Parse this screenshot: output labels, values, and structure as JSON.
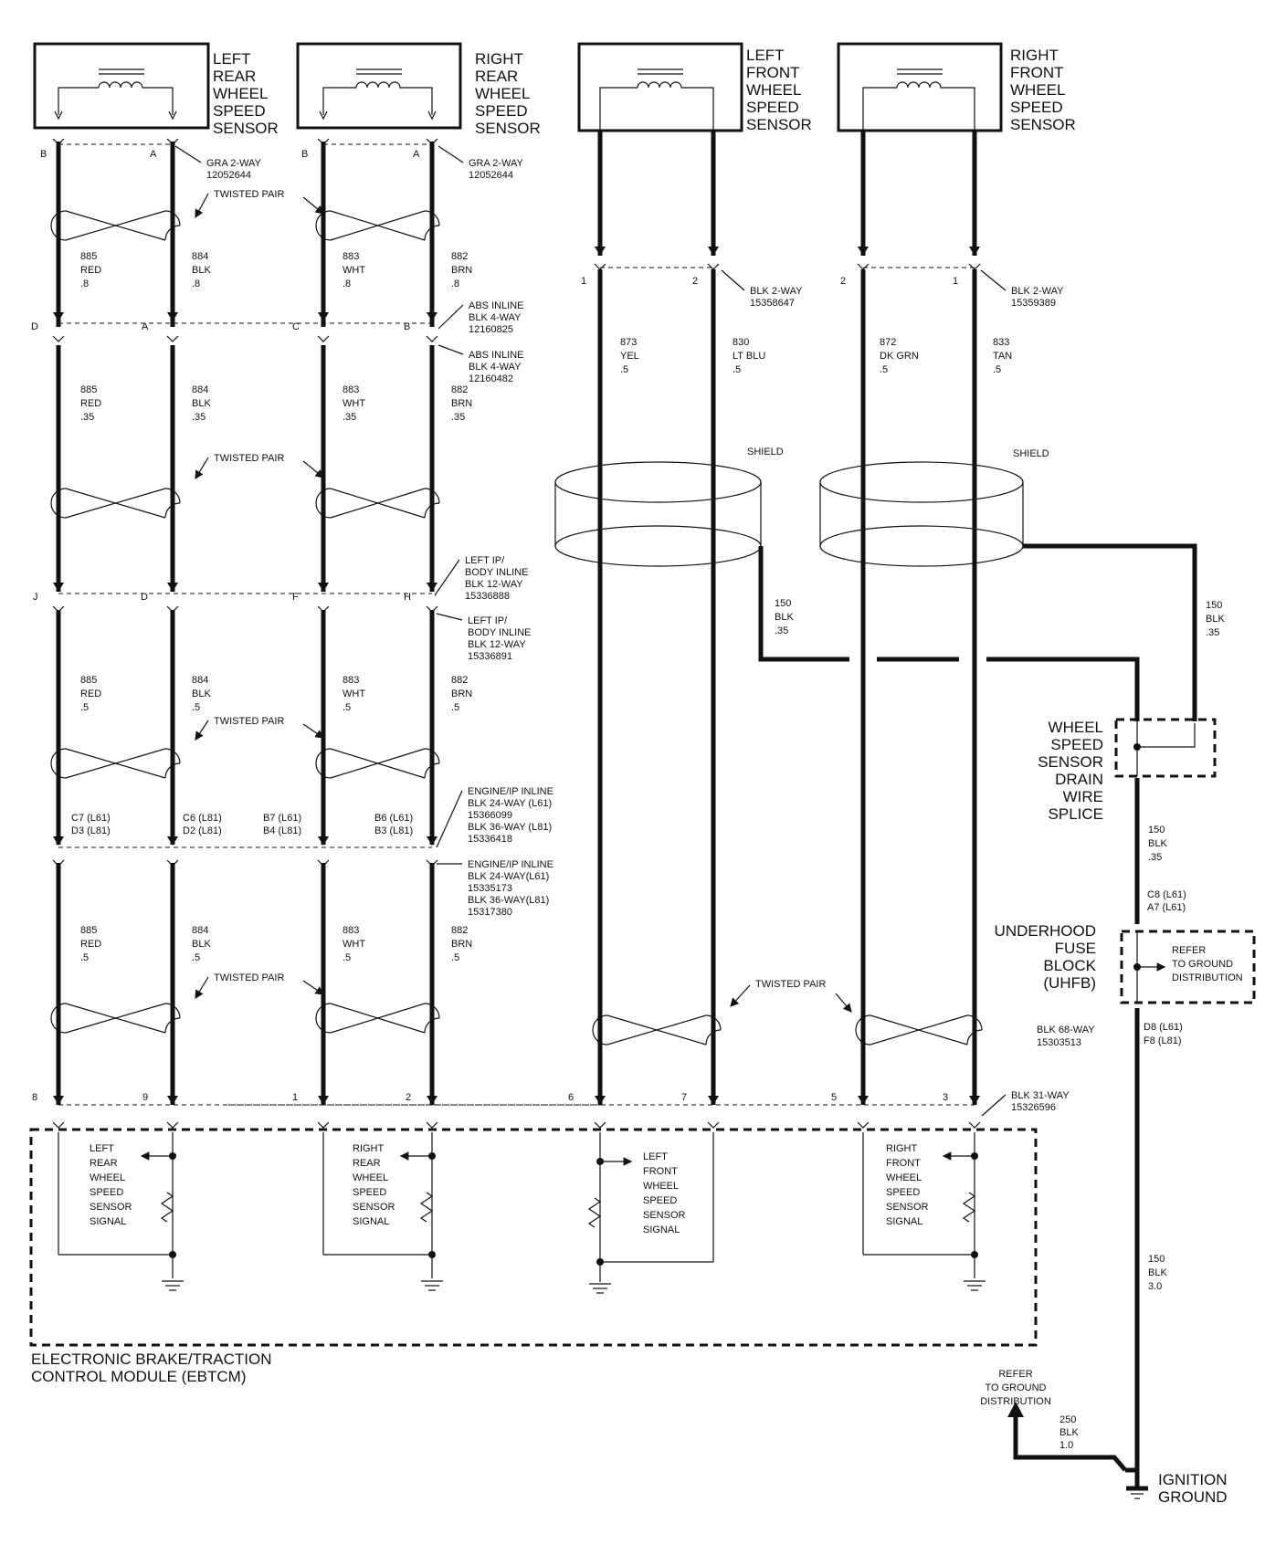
{
  "sensors": {
    "lr": [
      "LEFT",
      "REAR",
      "WHEEL",
      "SPEED",
      "SENSOR"
    ],
    "rr": [
      "RIGHT",
      "REAR",
      "WHEEL",
      "SPEED",
      "SENSOR"
    ],
    "lf": [
      "LEFT",
      "FRONT",
      "WHEEL",
      "SPEED",
      "SENSOR"
    ],
    "rf": [
      "RIGHT",
      "FRONT",
      "WHEEL",
      "SPEED",
      "SENSOR"
    ]
  },
  "pins": {
    "r1": [
      "B",
      "A",
      "B",
      "A"
    ],
    "r2": [
      "D",
      "A",
      "C",
      "B"
    ],
    "r3": [
      "J",
      "D",
      "F",
      "H"
    ],
    "r4": [
      [
        "C7 (L61)",
        "D3 (L81)"
      ],
      [
        "C6 (L81)",
        "D2 (L81)"
      ],
      [
        "B7 (L61)",
        "B4 (L81)"
      ],
      [
        "B6 (L61)",
        "B3 (L81)"
      ]
    ],
    "r5": [
      "8",
      "9",
      "1",
      "2",
      "6",
      "7",
      "5",
      "3"
    ],
    "front_top": [
      "1",
      "2",
      "2",
      "1"
    ]
  },
  "connectors": {
    "gra_left": [
      "GRA 2-WAY",
      "12052644"
    ],
    "gra_right": [
      "GRA 2-WAY",
      "12052644"
    ],
    "abs_upper": [
      "ABS INLINE",
      "BLK 4-WAY",
      "12160825"
    ],
    "abs_lower": [
      "ABS INLINE",
      "BLK 4-WAY",
      "12160482"
    ],
    "ip_upper": [
      "LEFT IP/",
      "BODY INLINE",
      "BLK 12-WAY",
      "15336888"
    ],
    "ip_lower": [
      "LEFT IP/",
      "BODY INLINE",
      "BLK 12-WAY",
      "15336891"
    ],
    "eng_upper": [
      "ENGINE/IP INLINE",
      "BLK 24-WAY (L61)",
      "15366099",
      "BLK 36-WAY (L81)",
      "15336418"
    ],
    "eng_lower": [
      "ENGINE/IP INLINE",
      "BLK 24-WAY(L61)",
      "15335173",
      "BLK 36-WAY(L81)",
      "15317380"
    ],
    "lf_conn": [
      "BLK 2-WAY",
      "15358647"
    ],
    "rf_conn": [
      "BLK 2-WAY",
      "15359389"
    ],
    "ebtcm_conn": [
      "BLK 31-WAY",
      "15326596"
    ],
    "uhfb_conn": [
      "BLK 68-WAY",
      "15303513"
    ],
    "uhfb_pins_top": [
      "C8 (L61)",
      "A7 (L61)"
    ],
    "uhfb_pins_bottom": [
      "D8 (L61)",
      "F8 (L81)"
    ]
  },
  "wires": {
    "s1": [
      [
        "885",
        "RED",
        ".8"
      ],
      [
        "884",
        "BLK",
        ".8"
      ],
      [
        "883",
        "WHT",
        ".8"
      ],
      [
        "882",
        "BRN",
        ".8"
      ]
    ],
    "s2": [
      [
        "885",
        "RED",
        ".35"
      ],
      [
        "884",
        "BLK",
        ".35"
      ],
      [
        "883",
        "WHT",
        ".35"
      ],
      [
        "882",
        "BRN",
        ".35"
      ]
    ],
    "s3": [
      [
        "885",
        "RED",
        ".5"
      ],
      [
        "884",
        "BLK",
        ".5"
      ],
      [
        "883",
        "WHT",
        ".5"
      ],
      [
        "882",
        "BRN",
        ".5"
      ]
    ],
    "s4": [
      [
        "885",
        "RED",
        ".5"
      ],
      [
        "884",
        "BLK",
        ".5"
      ],
      [
        "883",
        "WHT",
        ".5"
      ],
      [
        "882",
        "BRN",
        ".5"
      ]
    ],
    "front": [
      [
        "873",
        "YEL",
        ".5"
      ],
      [
        "830",
        "LT BLU",
        ".5"
      ],
      [
        "872",
        "DK GRN",
        ".5"
      ],
      [
        "833",
        "TAN",
        ".5"
      ]
    ],
    "drain_left": [
      "150",
      "BLK",
      ".35"
    ],
    "drain_right": [
      "150",
      "BLK",
      ".35"
    ],
    "drain_down": [
      "150",
      "BLK",
      ".35"
    ],
    "ground_main": [
      "150",
      "BLK",
      "3.0"
    ],
    "ground_250": [
      "250",
      "BLK",
      "1.0"
    ]
  },
  "labels": {
    "twisted_pair": "TWISTED PAIR",
    "shield": "SHIELD",
    "splice": [
      "WHEEL",
      "SPEED",
      "SENSOR",
      "DRAIN",
      "WIRE",
      "SPLICE"
    ],
    "uhfb": [
      "UNDERHOOD",
      "FUSE",
      "BLOCK",
      "(UHFB)"
    ],
    "refer_ground": [
      "REFER",
      "TO GROUND",
      "DISTRIBUTION"
    ],
    "ebtcm": [
      "ELECTRONIC BRAKE/TRACTION",
      "CONTROL MODULE (EBTCM)"
    ],
    "signals": {
      "lr": [
        "LEFT",
        "REAR",
        "WHEEL",
        "SPEED",
        "SENSOR",
        "SIGNAL"
      ],
      "rr": [
        "RIGHT",
        "REAR",
        "WHEEL",
        "SPEED",
        "SENSOR",
        "SIGNAL"
      ],
      "lf": [
        "LEFT",
        "FRONT",
        "WHEEL",
        "SPEED",
        "SENSOR",
        "SIGNAL"
      ],
      "rf": [
        "RIGHT",
        "FRONT",
        "WHEEL",
        "SPEED",
        "SENSOR",
        "SIGNAL"
      ]
    },
    "ignition_ground": [
      "IGNITION",
      "GROUND"
    ]
  }
}
